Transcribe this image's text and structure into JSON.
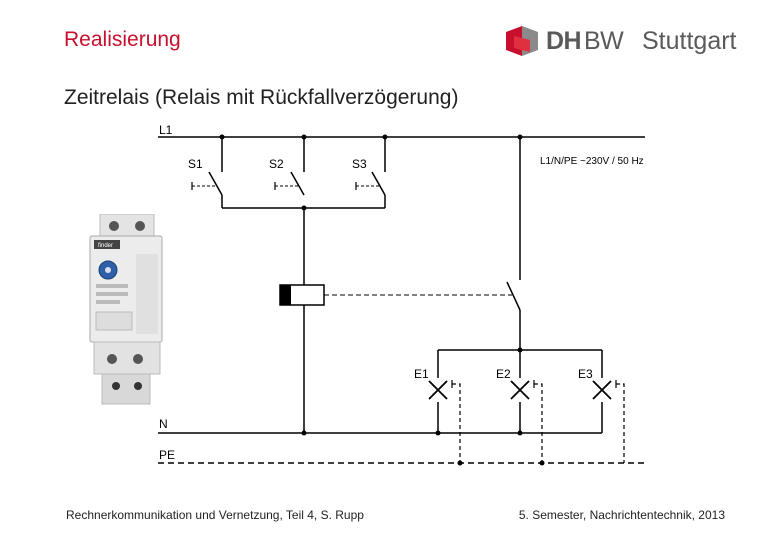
{
  "header": {
    "section_title": "Realisierung",
    "logo": {
      "brand_bold": "DH",
      "brand_regular": "BW",
      "city": "Stuttgart",
      "accent_color": "#c8102e"
    }
  },
  "slide": {
    "heading": "Zeitrelais (Relais mit Rückfallverzögerung)"
  },
  "diagram": {
    "labels": {
      "l1": "L1",
      "n": "N",
      "pe": "PE",
      "supply": "L1/N/PE ~230V / 50 Hz",
      "s1": "S1",
      "s2": "S2",
      "s3": "S3",
      "e1": "E1",
      "e2": "E2",
      "e3": "E3"
    },
    "relay_photo": {
      "brand": "finder"
    }
  },
  "footer": {
    "left": "Rechnerkommunikation und Vernetzung, Teil 4, S. Rupp",
    "right": "5. Semester, Nachrichtentechnik, 2013"
  }
}
